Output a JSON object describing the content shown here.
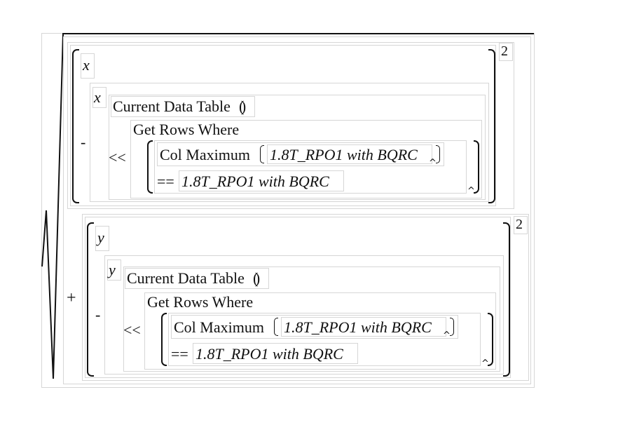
{
  "expression": {
    "exponent": "2",
    "term1": {
      "var": "x",
      "minus": "-",
      "subscript_var": "x",
      "call": "Current Data Table",
      "call_parens": "( )",
      "op_rows": "<<",
      "rows_fn": "Get Rows Where",
      "max_fn": "Col Maximum",
      "column": "1.8T_RPO1 with BQRC",
      "equals": "=="
    },
    "plus": "+",
    "term2": {
      "var": "y",
      "minus": "-",
      "subscript_var": "y",
      "call": "Current Data Table",
      "call_parens": "( )",
      "op_rows": "<<",
      "rows_fn": "Get Rows Where",
      "max_fn": "Col Maximum",
      "column": "1.8T_RPO1 with BQRC",
      "equals": "=="
    }
  }
}
